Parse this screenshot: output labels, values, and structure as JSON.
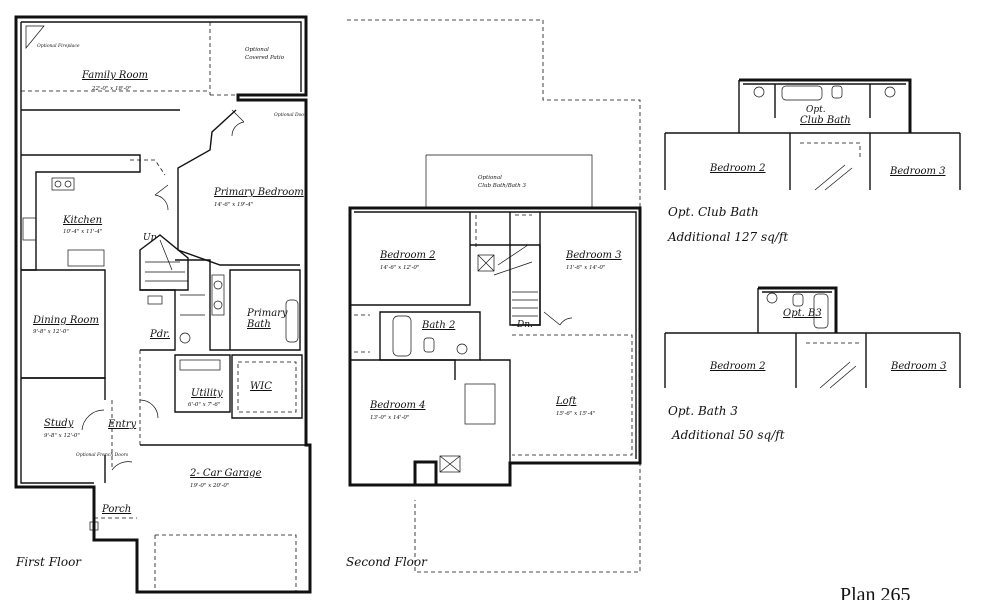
{
  "title": "Plan 265",
  "floors": {
    "first_caption": "First Floor",
    "second_caption": "Second Floor"
  },
  "first_floor_rooms": {
    "family_room": {
      "name": "Family Room",
      "dims": "22'-0\" x 18'-0\""
    },
    "primary_bedroom": {
      "name": "Primary Bedroom",
      "dims": "14'-6\" x 19'-4\""
    },
    "kitchen": {
      "name": "Kitchen",
      "dims": "10'-4\" x 11'-4\""
    },
    "dining_room": {
      "name": "Dining Room",
      "dims": "9'-8\" x 12'-0\""
    },
    "study": {
      "name": "Study",
      "dims": "9'-8\" x 12'-0\""
    },
    "entry": {
      "name": "Entry"
    },
    "porch": {
      "name": "Porch"
    },
    "garage": {
      "name": "2- Car Garage",
      "dims": "19'-0\" x 20'-0\""
    },
    "utility": {
      "name": "Utility",
      "dims": "6'-0\" x 7'-6\""
    },
    "wic": {
      "name": "WIC"
    },
    "primary_bath": {
      "line1": "Primary",
      "line2": "Bath"
    },
    "powder": {
      "name": "Pdr."
    },
    "up": "Up",
    "optional_fireplace": "Optional Fireplace",
    "optional_patio_line1": "Optional",
    "optional_patio_line2": "Covered Patio",
    "optional_door": "Optional Door",
    "optional_french_doors": "Optional French Doors"
  },
  "second_floor_rooms": {
    "bedroom2": {
      "name": "Bedroom 2",
      "dims": "14'-6\" x 12'-0\""
    },
    "bedroom3": {
      "name": "Bedroom 3",
      "dims": "11'-6\" x 14'-0\""
    },
    "bedroom4": {
      "name": "Bedroom 4",
      "dims": "13'-0\" x 14'-0\""
    },
    "bath2": {
      "name": "Bath 2"
    },
    "loft": {
      "name": "Loft",
      "dims": "15'-6\" x 15'-4\""
    },
    "down": "Dn.",
    "optional_line1": "Optional",
    "optional_line2": "Club Bath/Bath 3"
  },
  "options": {
    "club_bath": {
      "label_line1": "Opt.",
      "label_line2": "Club Bath",
      "bedroom2": "Bedroom 2",
      "bedroom3": "Bedroom 3",
      "caption": "Opt. Club Bath",
      "additional": "Additional 127 sq/ft"
    },
    "bath3": {
      "label": "Opt. B3",
      "bedroom2": "Bedroom 2",
      "bedroom3": "Bedroom 3",
      "caption": "Opt. Bath 3",
      "additional": "Additional 50 sq/ft"
    }
  }
}
